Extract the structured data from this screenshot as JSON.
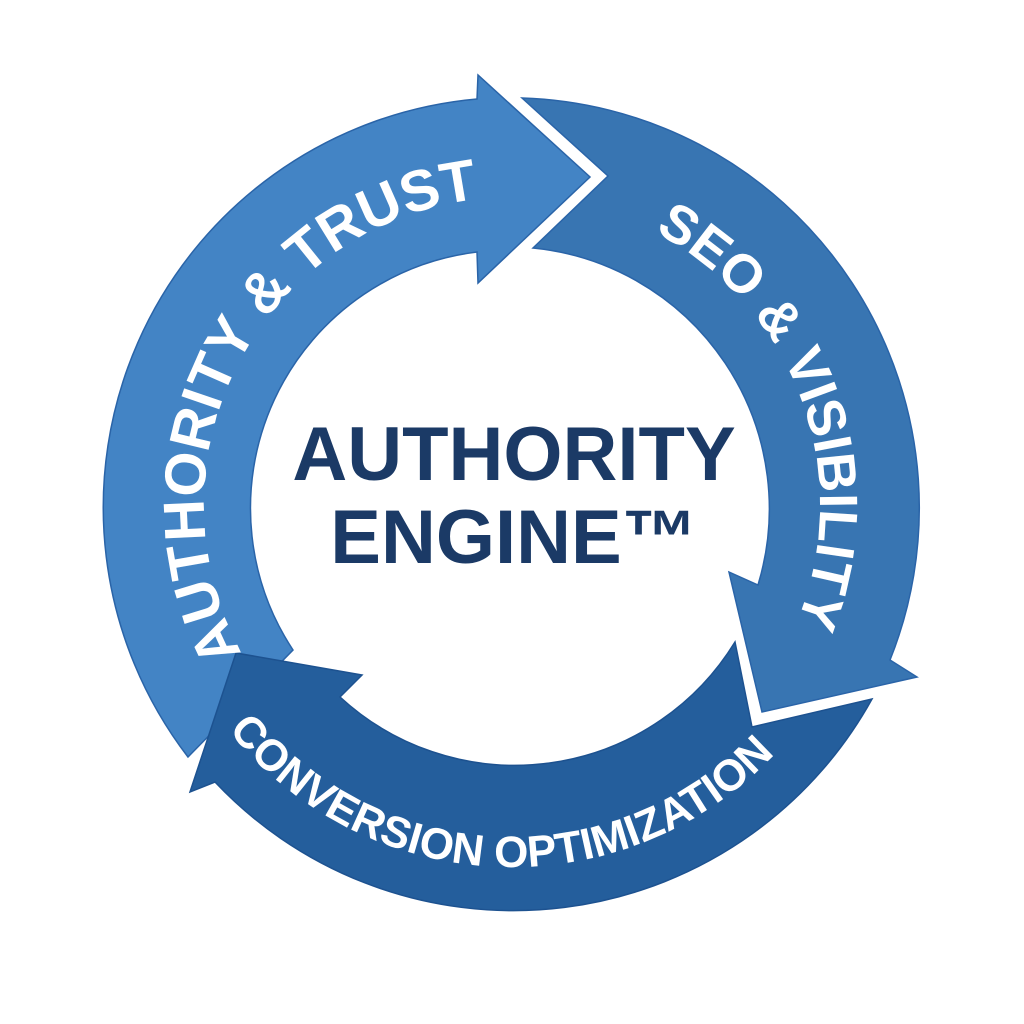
{
  "center": {
    "line1": "AUTHORITY",
    "line2": "ENGINE™"
  },
  "cycle": [
    {
      "label": "AUTHORITY & TRUST",
      "color": "#4384c5"
    },
    {
      "label": "SEO & VISIBILITY",
      "color": "#3875b2"
    },
    {
      "label": "CONVERSION OPTIMIZATION",
      "color": "#245e9c"
    }
  ],
  "colors": {
    "text": "#ffffff",
    "center_text": "#1b3a66"
  }
}
